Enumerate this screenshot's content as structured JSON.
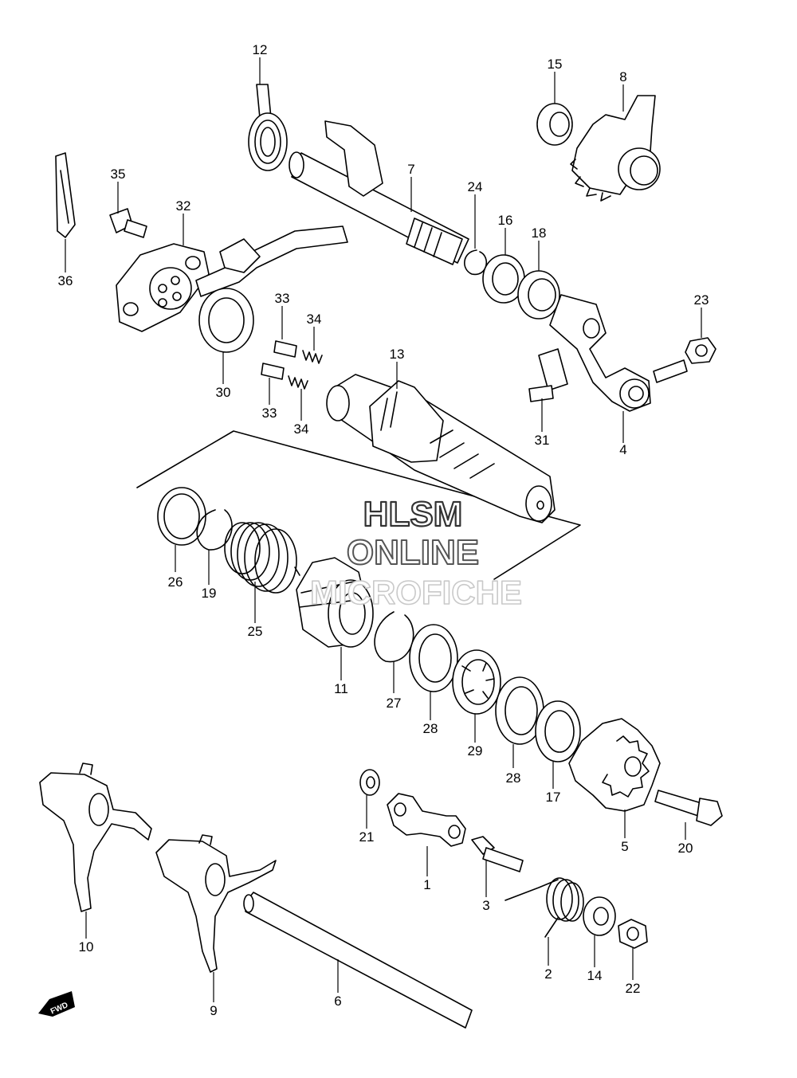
{
  "diagram": {
    "watermark": {
      "line1": "HLSM",
      "line2": "ONLINE",
      "line3": "MICROFICHE"
    },
    "fwd_badge": "FWD",
    "callouts": [
      {
        "id": "c1",
        "label": "1"
      },
      {
        "id": "c2",
        "label": "2"
      },
      {
        "id": "c3",
        "label": "3"
      },
      {
        "id": "c4",
        "label": "4"
      },
      {
        "id": "c5",
        "label": "5"
      },
      {
        "id": "c6",
        "label": "6"
      },
      {
        "id": "c7",
        "label": "7"
      },
      {
        "id": "c8",
        "label": "8"
      },
      {
        "id": "c9",
        "label": "9"
      },
      {
        "id": "c10",
        "label": "10"
      },
      {
        "id": "c11",
        "label": "11"
      },
      {
        "id": "c12",
        "label": "12"
      },
      {
        "id": "c13",
        "label": "13"
      },
      {
        "id": "c14",
        "label": "14"
      },
      {
        "id": "c15",
        "label": "15"
      },
      {
        "id": "c16",
        "label": "16"
      },
      {
        "id": "c17",
        "label": "17"
      },
      {
        "id": "c18",
        "label": "18"
      },
      {
        "id": "c19",
        "label": "19"
      },
      {
        "id": "c20",
        "label": "20"
      },
      {
        "id": "c21",
        "label": "21"
      },
      {
        "id": "c22",
        "label": "22"
      },
      {
        "id": "c23",
        "label": "23"
      },
      {
        "id": "c24",
        "label": "24"
      },
      {
        "id": "c25",
        "label": "25"
      },
      {
        "id": "c26",
        "label": "26"
      },
      {
        "id": "c27",
        "label": "27"
      },
      {
        "id": "c28a",
        "label": "28"
      },
      {
        "id": "c28b",
        "label": "28"
      },
      {
        "id": "c29",
        "label": "29"
      },
      {
        "id": "c30",
        "label": "30"
      },
      {
        "id": "c31",
        "label": "31"
      },
      {
        "id": "c32",
        "label": "32"
      },
      {
        "id": "c33a",
        "label": "33"
      },
      {
        "id": "c33b",
        "label": "33"
      },
      {
        "id": "c34a",
        "label": "34"
      },
      {
        "id": "c34b",
        "label": "34"
      },
      {
        "id": "c35",
        "label": "35"
      },
      {
        "id": "c36",
        "label": "36"
      }
    ]
  }
}
